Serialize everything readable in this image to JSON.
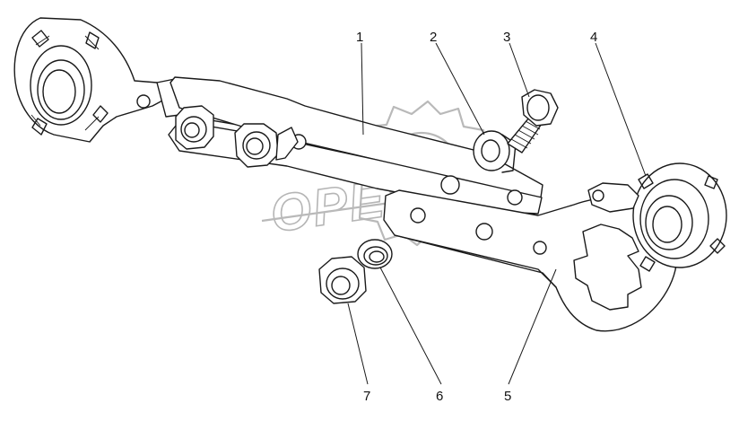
{
  "diagram": {
    "watermark_text": "OPEX",
    "callouts": [
      {
        "id": "1",
        "label": "1"
      },
      {
        "id": "2",
        "label": "2"
      },
      {
        "id": "3",
        "label": "3"
      },
      {
        "id": "4",
        "label": "4"
      },
      {
        "id": "5",
        "label": "5"
      },
      {
        "id": "6",
        "label": "6"
      },
      {
        "id": "7",
        "label": "7"
      }
    ]
  }
}
